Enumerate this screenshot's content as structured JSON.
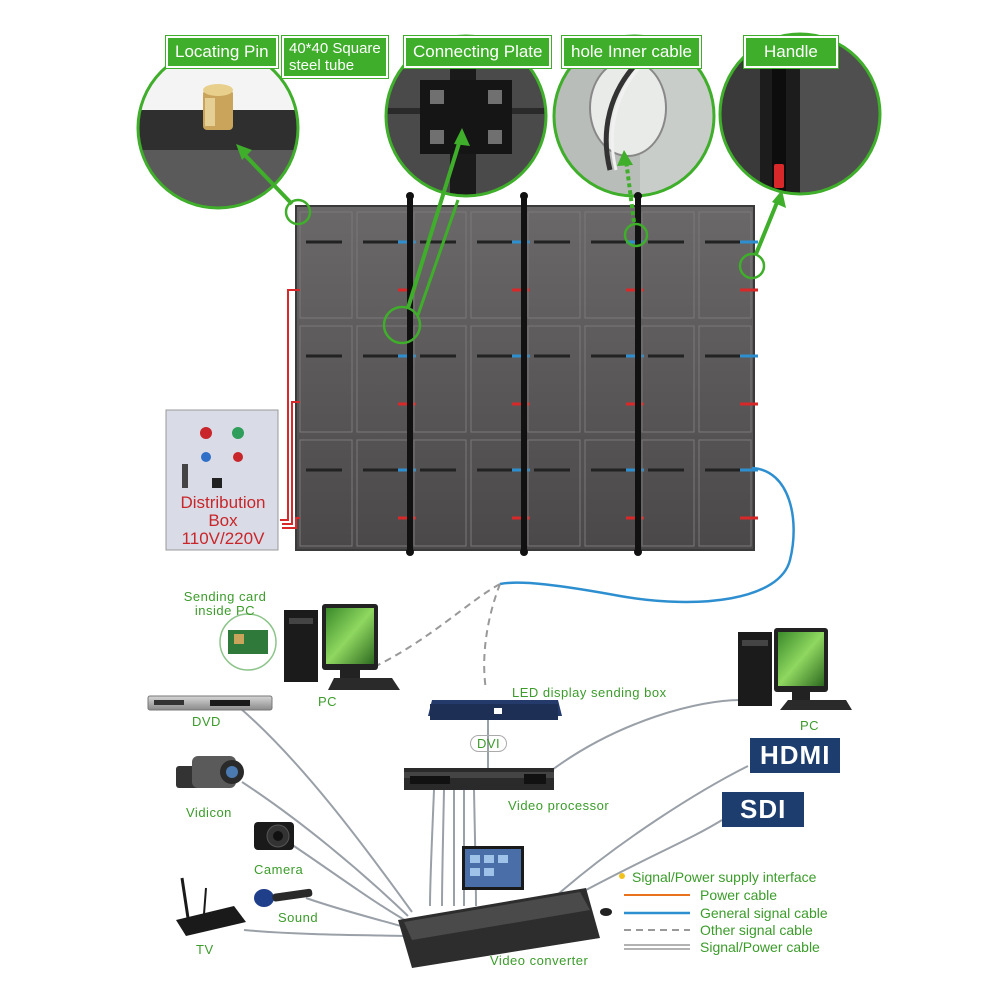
{
  "callouts": {
    "locating_pin": "Locating Pin",
    "square_tube_line1": "40*40 Square",
    "square_tube_line2": "steel tube",
    "connecting_plate": "Connecting Plate",
    "hole_inner_cable": "hole Inner cable",
    "handle": "Handle"
  },
  "distribution_box": {
    "line1": "Distribution",
    "line2": "Box",
    "line3": "110V/220V"
  },
  "devices": {
    "sending_card_line1": "Sending card",
    "sending_card_line2": "inside PC",
    "pc_left": "PC",
    "led_sending_box": "LED display sending box",
    "pc_right": "PC",
    "dvd": "DVD",
    "dvi": "DVI",
    "vidicon": "Vidicon",
    "video_processor": "Video processor",
    "camera": "Camera",
    "sound": "Sound",
    "tv": "TV",
    "video_converter": "Video converter"
  },
  "signals": {
    "hdmi": "HDMI",
    "sdi": "SDI"
  },
  "legend": [
    {
      "label": "Signal/Power supply interface",
      "style": "dot"
    },
    {
      "label": "Power cable",
      "style": "orange"
    },
    {
      "label": "General signal cable",
      "style": "blue"
    },
    {
      "label": "Other signal cable",
      "style": "dashed"
    },
    {
      "label": "Signal/Power cable",
      "style": "double"
    }
  ],
  "colors": {
    "accent_green": "#3fae2a",
    "power_red": "#d8282a",
    "signal_blue": "#2e8fd0",
    "cabinet_gray": "#5a5858",
    "legend_orange": "#e8731c",
    "signal_box_navy": "#1d3d6e"
  }
}
